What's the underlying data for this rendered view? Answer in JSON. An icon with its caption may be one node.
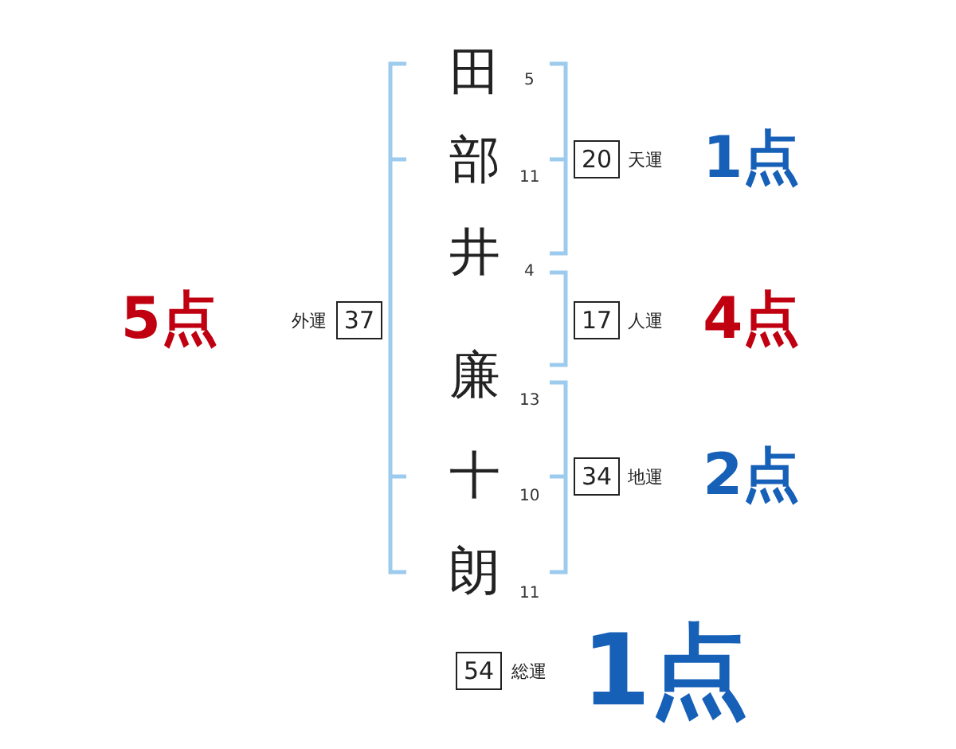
{
  "diagram": {
    "nodes": [
      {
        "text": [
          "20"
        ],
        "beside": [
          "天運",
          "1点"
        ]
      },
      {
        "text": [
          "37"
        ],
        "beside": [
          "外運",
          "5点"
        ]
      },
      {
        "text": [
          "17"
        ],
        "beside": [
          "人運",
          "4点"
        ]
      },
      {
        "text": [
          "34"
        ],
        "beside": [
          "地運",
          "2点"
        ]
      },
      {
        "text": [
          "54"
        ],
        "beside": [
          "総運",
          "1点"
        ]
      }
    ],
    "labels": [
      "田",
      "5",
      "部",
      "11",
      "井",
      "4",
      "廉",
      "13",
      "十",
      "10",
      "朗",
      "11"
    ]
  }
}
